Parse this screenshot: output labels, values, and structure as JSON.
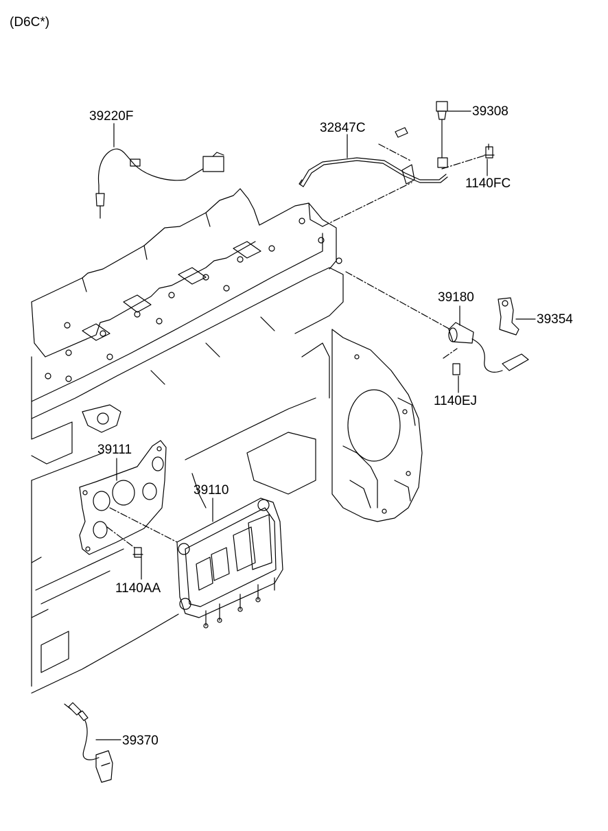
{
  "header": {
    "model_code": "(D6C*)"
  },
  "parts": [
    {
      "id": "p1",
      "number": "39220F"
    },
    {
      "id": "p2",
      "number": "32847C"
    },
    {
      "id": "p3",
      "number": "39308"
    },
    {
      "id": "p4",
      "number": "1140FC"
    },
    {
      "id": "p5",
      "number": "39180"
    },
    {
      "id": "p6",
      "number": "39354"
    },
    {
      "id": "p7",
      "number": "1140EJ"
    },
    {
      "id": "p8",
      "number": "39111"
    },
    {
      "id": "p9",
      "number": "39110"
    },
    {
      "id": "p10",
      "number": "1140AA"
    },
    {
      "id": "p11",
      "number": "39370"
    }
  ],
  "colors": {
    "line": "#000000",
    "background": "#ffffff"
  }
}
